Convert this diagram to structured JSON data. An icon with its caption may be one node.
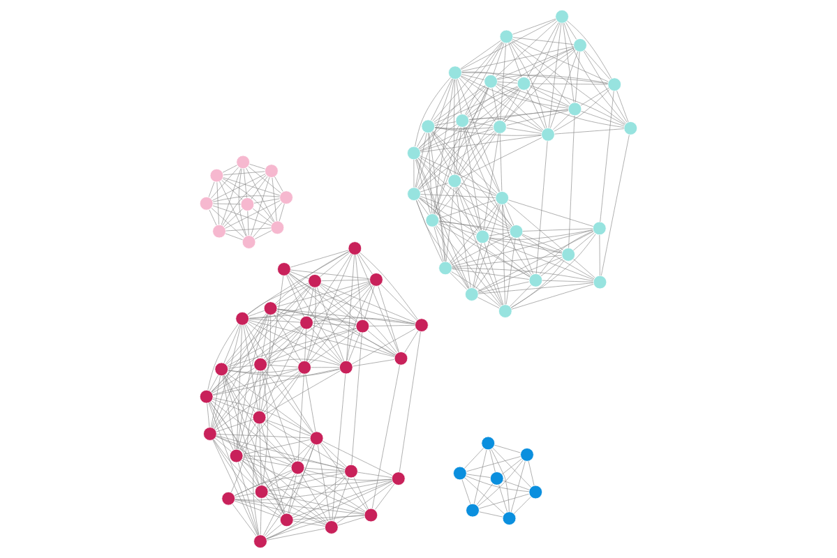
{
  "diagram": {
    "nodes": [
      {
        "text": [],
        "shape": "circle"
      },
      {
        "text": [],
        "shape": "circle"
      },
      {
        "text": [],
        "shape": "circle"
      },
      {
        "text": [],
        "shape": "circle"
      },
      {
        "text": [],
        "shape": "circle"
      },
      {
        "text": [],
        "shape": "circle"
      },
      {
        "text": [],
        "shape": "circle"
      },
      {
        "text": [],
        "shape": "circle"
      },
      {
        "text": [],
        "shape": "circle"
      },
      {
        "text": [],
        "shape": "circle"
      },
      {
        "text": [],
        "shape": "circle"
      },
      {
        "text": [],
        "shape": "circle"
      },
      {
        "text": [],
        "shape": "circle"
      },
      {
        "text": [],
        "shape": "circle"
      },
      {
        "text": [],
        "shape": "circle"
      },
      {
        "text": [],
        "shape": "circle"
      },
      {
        "text": [],
        "shape": "circle"
      },
      {
        "text": [],
        "shape": "circle"
      },
      {
        "text": [],
        "shape": "circle"
      },
      {
        "text": [],
        "shape": "circle"
      },
      {
        "text": [],
        "shape": "circle"
      },
      {
        "text": [],
        "shape": "circle"
      },
      {
        "text": [],
        "shape": "circle"
      },
      {
        "text": [],
        "shape": "circle"
      },
      {
        "text": [],
        "shape": "circle"
      },
      {
        "text": [],
        "shape": "circle"
      },
      {
        "text": [],
        "shape": "circle"
      },
      {
        "text": [],
        "shape": "circle"
      },
      {
        "text": [],
        "shape": "circle"
      },
      {
        "text": [],
        "shape": "circle"
      },
      {
        "text": [],
        "shape": "circle"
      },
      {
        "text": [],
        "shape": "circle"
      },
      {
        "text": [],
        "shape": "circle"
      },
      {
        "text": [],
        "shape": "circle"
      },
      {
        "text": [],
        "shape": "circle"
      },
      {
        "text": [],
        "shape": "circle"
      },
      {
        "text": [],
        "shape": "circle"
      },
      {
        "text": [],
        "shape": "circle"
      },
      {
        "text": [],
        "shape": "circle"
      },
      {
        "text": [],
        "shape": "circle"
      },
      {
        "text": [],
        "shape": "circle"
      },
      {
        "text": [],
        "shape": "circle"
      },
      {
        "text": [],
        "shape": "circle"
      },
      {
        "text": [],
        "shape": "circle"
      },
      {
        "text": [],
        "shape": "circle"
      },
      {
        "text": [],
        "shape": "circle"
      },
      {
        "text": [],
        "shape": "circle"
      },
      {
        "text": [],
        "shape": "circle"
      },
      {
        "text": [],
        "shape": "circle"
      },
      {
        "text": [],
        "shape": "circle"
      },
      {
        "text": [],
        "shape": "circle"
      },
      {
        "text": [],
        "shape": "circle"
      },
      {
        "text": [],
        "shape": "circle"
      },
      {
        "text": [],
        "shape": "circle"
      },
      {
        "text": [],
        "shape": "circle"
      },
      {
        "text": [],
        "shape": "circle"
      },
      {
        "text": [],
        "shape": "circle"
      },
      {
        "text": [],
        "shape": "circle"
      },
      {
        "text": [],
        "shape": "circle"
      },
      {
        "text": [],
        "shape": "circle"
      },
      {
        "text": [],
        "shape": "circle"
      },
      {
        "text": [],
        "shape": "circle"
      },
      {
        "text": [],
        "shape": "circle"
      },
      {
        "text": [],
        "shape": "circle"
      },
      {
        "text": [],
        "shape": "circle"
      },
      {
        "text": [],
        "shape": "circle"
      },
      {
        "text": [],
        "shape": "circle"
      },
      {
        "text": [],
        "shape": "circle"
      },
      {
        "text": [],
        "shape": "circle"
      },
      {
        "text": [],
        "shape": "circle"
      },
      {
        "text": [],
        "shape": "circle"
      }
    ],
    "edges": [
      {
        "from": 0,
        "to": 1,
        "arrow": "none"
      },
      {
        "from": 0,
        "to": 2,
        "arrow": "none"
      },
      {
        "from": 0,
        "to": 3,
        "arrow": "none"
      },
      {
        "from": 0,
        "to": 4,
        "arrow": "none"
      },
      {
        "from": 0,
        "to": 5,
        "arrow": "none"
      },
      {
        "from": 0,
        "to": 6,
        "arrow": "none"
      },
      {
        "from": 0,
        "to": 7,
        "arrow": "none"
      },
      {
        "from": 0,
        "to": 8,
        "arrow": "none"
      },
      {
        "from": 1,
        "to": 2,
        "arrow": "none"
      },
      {
        "from": 1,
        "to": 3,
        "arrow": "none"
      },
      {
        "from": 1,
        "to": 4,
        "arrow": "none"
      },
      {
        "from": 1,
        "to": 5,
        "arrow": "none"
      },
      {
        "from": 1,
        "to": 6,
        "arrow": "none"
      },
      {
        "from": 1,
        "to": 7,
        "arrow": "none"
      },
      {
        "from": 1,
        "to": 8,
        "arrow": "none"
      },
      {
        "from": 1,
        "to": 9,
        "arrow": "none"
      },
      {
        "from": 2,
        "to": 3,
        "arrow": "none"
      },
      {
        "from": 2,
        "to": 4,
        "arrow": "none"
      },
      {
        "from": 2,
        "to": 5,
        "arrow": "none"
      },
      {
        "from": 2,
        "to": 6,
        "arrow": "none"
      },
      {
        "from": 2,
        "to": 7,
        "arrow": "none"
      },
      {
        "from": 2,
        "to": 8,
        "arrow": "none"
      },
      {
        "from": 2,
        "to": 9,
        "arrow": "none"
      },
      {
        "from": 2,
        "to": 10,
        "arrow": "none"
      },
      {
        "from": 3,
        "to": 4,
        "arrow": "none"
      },
      {
        "from": 3,
        "to": 5,
        "arrow": "none"
      },
      {
        "from": 3,
        "to": 6,
        "arrow": "none"
      },
      {
        "from": 3,
        "to": 7,
        "arrow": "none"
      },
      {
        "from": 3,
        "to": 8,
        "arrow": "none"
      },
      {
        "from": 3,
        "to": 9,
        "arrow": "none"
      },
      {
        "from": 3,
        "to": 10,
        "arrow": "none"
      },
      {
        "from": 3,
        "to": 11,
        "arrow": "none"
      },
      {
        "from": 4,
        "to": 5,
        "arrow": "none"
      },
      {
        "from": 4,
        "to": 6,
        "arrow": "none"
      },
      {
        "from": 4,
        "to": 7,
        "arrow": "none"
      },
      {
        "from": 4,
        "to": 8,
        "arrow": "none"
      },
      {
        "from": 4,
        "to": 9,
        "arrow": "none"
      },
      {
        "from": 4,
        "to": 10,
        "arrow": "none"
      },
      {
        "from": 4,
        "to": 11,
        "arrow": "none"
      },
      {
        "from": 4,
        "to": 12,
        "arrow": "none"
      },
      {
        "from": 5,
        "to": 6,
        "arrow": "none"
      },
      {
        "from": 5,
        "to": 7,
        "arrow": "none"
      },
      {
        "from": 5,
        "to": 8,
        "arrow": "none"
      },
      {
        "from": 5,
        "to": 9,
        "arrow": "none"
      },
      {
        "from": 5,
        "to": 10,
        "arrow": "none"
      },
      {
        "from": 5,
        "to": 11,
        "arrow": "none"
      },
      {
        "from": 5,
        "to": 12,
        "arrow": "none"
      },
      {
        "from": 5,
        "to": 13,
        "arrow": "none"
      },
      {
        "from": 6,
        "to": 7,
        "arrow": "none"
      },
      {
        "from": 6,
        "to": 8,
        "arrow": "none"
      },
      {
        "from": 6,
        "to": 9,
        "arrow": "none"
      },
      {
        "from": 6,
        "to": 10,
        "arrow": "none"
      },
      {
        "from": 6,
        "to": 11,
        "arrow": "none"
      },
      {
        "from": 6,
        "to": 12,
        "arrow": "none"
      },
      {
        "from": 6,
        "to": 13,
        "arrow": "none"
      },
      {
        "from": 6,
        "to": 14,
        "arrow": "none"
      },
      {
        "from": 7,
        "to": 8,
        "arrow": "none"
      },
      {
        "from": 7,
        "to": 9,
        "arrow": "none"
      },
      {
        "from": 7,
        "to": 10,
        "arrow": "none"
      },
      {
        "from": 7,
        "to": 11,
        "arrow": "none"
      },
      {
        "from": 7,
        "to": 12,
        "arrow": "none"
      },
      {
        "from": 7,
        "to": 13,
        "arrow": "none"
      },
      {
        "from": 7,
        "to": 14,
        "arrow": "none"
      },
      {
        "from": 7,
        "to": 15,
        "arrow": "none"
      },
      {
        "from": 8,
        "to": 9,
        "arrow": "none"
      },
      {
        "from": 8,
        "to": 10,
        "arrow": "none"
      },
      {
        "from": 8,
        "to": 11,
        "arrow": "none"
      },
      {
        "from": 8,
        "to": 12,
        "arrow": "none"
      },
      {
        "from": 8,
        "to": 13,
        "arrow": "none"
      },
      {
        "from": 8,
        "to": 14,
        "arrow": "none"
      },
      {
        "from": 8,
        "to": 15,
        "arrow": "none"
      },
      {
        "from": 8,
        "to": 16,
        "arrow": "none"
      },
      {
        "from": 9,
        "to": 10,
        "arrow": "none"
      },
      {
        "from": 9,
        "to": 11,
        "arrow": "none"
      },
      {
        "from": 9,
        "to": 12,
        "arrow": "none"
      },
      {
        "from": 9,
        "to": 13,
        "arrow": "none"
      },
      {
        "from": 9,
        "to": 14,
        "arrow": "none"
      },
      {
        "from": 9,
        "to": 15,
        "arrow": "none"
      },
      {
        "from": 9,
        "to": 16,
        "arrow": "none"
      },
      {
        "from": 9,
        "to": 17,
        "arrow": "none"
      },
      {
        "from": 10,
        "to": 11,
        "arrow": "none"
      },
      {
        "from": 10,
        "to": 12,
        "arrow": "none"
      },
      {
        "from": 10,
        "to": 13,
        "arrow": "none"
      },
      {
        "from": 10,
        "to": 14,
        "arrow": "none"
      },
      {
        "from": 10,
        "to": 15,
        "arrow": "none"
      },
      {
        "from": 10,
        "to": 16,
        "arrow": "none"
      },
      {
        "from": 10,
        "to": 17,
        "arrow": "none"
      },
      {
        "from": 10,
        "to": 18,
        "arrow": "none"
      },
      {
        "from": 11,
        "to": 12,
        "arrow": "none"
      },
      {
        "from": 11,
        "to": 13,
        "arrow": "none"
      },
      {
        "from": 11,
        "to": 14,
        "arrow": "none"
      },
      {
        "from": 11,
        "to": 15,
        "arrow": "none"
      },
      {
        "from": 11,
        "to": 16,
        "arrow": "none"
      },
      {
        "from": 11,
        "to": 17,
        "arrow": "none"
      },
      {
        "from": 11,
        "to": 18,
        "arrow": "none"
      },
      {
        "from": 11,
        "to": 19,
        "arrow": "none"
      },
      {
        "from": 12,
        "to": 13,
        "arrow": "none"
      },
      {
        "from": 12,
        "to": 14,
        "arrow": "none"
      },
      {
        "from": 12,
        "to": 15,
        "arrow": "none"
      },
      {
        "from": 12,
        "to": 16,
        "arrow": "none"
      },
      {
        "from": 12,
        "to": 17,
        "arrow": "none"
      },
      {
        "from": 12,
        "to": 18,
        "arrow": "none"
      },
      {
        "from": 12,
        "to": 19,
        "arrow": "none"
      },
      {
        "from": 12,
        "to": 20,
        "arrow": "none"
      },
      {
        "from": 13,
        "to": 14,
        "arrow": "none"
      },
      {
        "from": 13,
        "to": 15,
        "arrow": "none"
      },
      {
        "from": 13,
        "to": 16,
        "arrow": "none"
      },
      {
        "from": 13,
        "to": 17,
        "arrow": "none"
      },
      {
        "from": 13,
        "to": 18,
        "arrow": "none"
      },
      {
        "from": 13,
        "to": 19,
        "arrow": "none"
      },
      {
        "from": 13,
        "to": 20,
        "arrow": "none"
      },
      {
        "from": 13,
        "to": 21,
        "arrow": "none"
      },
      {
        "from": 14,
        "to": 15,
        "arrow": "none"
      },
      {
        "from": 14,
        "to": 16,
        "arrow": "none"
      },
      {
        "from": 14,
        "to": 17,
        "arrow": "none"
      },
      {
        "from": 14,
        "to": 18,
        "arrow": "none"
      },
      {
        "from": 14,
        "to": 19,
        "arrow": "none"
      },
      {
        "from": 14,
        "to": 20,
        "arrow": "none"
      },
      {
        "from": 14,
        "to": 21,
        "arrow": "none"
      },
      {
        "from": 14,
        "to": 22,
        "arrow": "none"
      },
      {
        "from": 15,
        "to": 16,
        "arrow": "none"
      },
      {
        "from": 15,
        "to": 17,
        "arrow": "none"
      },
      {
        "from": 15,
        "to": 18,
        "arrow": "none"
      },
      {
        "from": 15,
        "to": 19,
        "arrow": "none"
      },
      {
        "from": 15,
        "to": 20,
        "arrow": "none"
      },
      {
        "from": 15,
        "to": 21,
        "arrow": "none"
      },
      {
        "from": 15,
        "to": 22,
        "arrow": "none"
      },
      {
        "from": 15,
        "to": 23,
        "arrow": "none"
      },
      {
        "from": 16,
        "to": 17,
        "arrow": "none"
      },
      {
        "from": 16,
        "to": 18,
        "arrow": "none"
      },
      {
        "from": 16,
        "to": 19,
        "arrow": "none"
      },
      {
        "from": 16,
        "to": 20,
        "arrow": "none"
      },
      {
        "from": 16,
        "to": 21,
        "arrow": "none"
      },
      {
        "from": 16,
        "to": 22,
        "arrow": "none"
      },
      {
        "from": 16,
        "to": 23,
        "arrow": "none"
      },
      {
        "from": 16,
        "to": 24,
        "arrow": "none"
      },
      {
        "from": 17,
        "to": 18,
        "arrow": "none"
      },
      {
        "from": 17,
        "to": 19,
        "arrow": "none"
      },
      {
        "from": 17,
        "to": 20,
        "arrow": "none"
      },
      {
        "from": 17,
        "to": 21,
        "arrow": "none"
      },
      {
        "from": 17,
        "to": 22,
        "arrow": "none"
      },
      {
        "from": 17,
        "to": 23,
        "arrow": "none"
      },
      {
        "from": 17,
        "to": 24,
        "arrow": "none"
      },
      {
        "from": 17,
        "to": 25,
        "arrow": "none"
      },
      {
        "from": 18,
        "to": 19,
        "arrow": "none"
      },
      {
        "from": 18,
        "to": 20,
        "arrow": "none"
      },
      {
        "from": 18,
        "to": 21,
        "arrow": "none"
      },
      {
        "from": 18,
        "to": 22,
        "arrow": "none"
      },
      {
        "from": 18,
        "to": 23,
        "arrow": "none"
      },
      {
        "from": 18,
        "to": 24,
        "arrow": "none"
      },
      {
        "from": 18,
        "to": 25,
        "arrow": "none"
      },
      {
        "from": 18,
        "to": 26,
        "arrow": "none"
      },
      {
        "from": 19,
        "to": 20,
        "arrow": "none"
      },
      {
        "from": 19,
        "to": 21,
        "arrow": "none"
      },
      {
        "from": 19,
        "to": 22,
        "arrow": "none"
      },
      {
        "from": 19,
        "to": 23,
        "arrow": "none"
      },
      {
        "from": 19,
        "to": 24,
        "arrow": "none"
      },
      {
        "from": 19,
        "to": 25,
        "arrow": "none"
      },
      {
        "from": 19,
        "to": 26,
        "arrow": "none"
      },
      {
        "from": 19,
        "to": 27,
        "arrow": "none"
      },
      {
        "from": 20,
        "to": 21,
        "arrow": "none"
      },
      {
        "from": 20,
        "to": 22,
        "arrow": "none"
      },
      {
        "from": 20,
        "to": 23,
        "arrow": "none"
      },
      {
        "from": 20,
        "to": 24,
        "arrow": "none"
      },
      {
        "from": 20,
        "to": 25,
        "arrow": "none"
      },
      {
        "from": 20,
        "to": 26,
        "arrow": "none"
      },
      {
        "from": 20,
        "to": 27,
        "arrow": "none"
      },
      {
        "from": 21,
        "to": 22,
        "arrow": "none"
      },
      {
        "from": 21,
        "to": 23,
        "arrow": "none"
      },
      {
        "from": 21,
        "to": 24,
        "arrow": "none"
      },
      {
        "from": 21,
        "to": 25,
        "arrow": "none"
      },
      {
        "from": 21,
        "to": 26,
        "arrow": "none"
      },
      {
        "from": 21,
        "to": 27,
        "arrow": "none"
      },
      {
        "from": 22,
        "to": 23,
        "arrow": "none"
      },
      {
        "from": 22,
        "to": 24,
        "arrow": "none"
      },
      {
        "from": 22,
        "to": 25,
        "arrow": "none"
      },
      {
        "from": 22,
        "to": 26,
        "arrow": "none"
      },
      {
        "from": 22,
        "to": 27,
        "arrow": "none"
      },
      {
        "from": 23,
        "to": 24,
        "arrow": "none"
      },
      {
        "from": 23,
        "to": 25,
        "arrow": "none"
      },
      {
        "from": 23,
        "to": 26,
        "arrow": "none"
      },
      {
        "from": 23,
        "to": 27,
        "arrow": "none"
      },
      {
        "from": 24,
        "to": 25,
        "arrow": "none"
      },
      {
        "from": 24,
        "to": 26,
        "arrow": "none"
      },
      {
        "from": 24,
        "to": 27,
        "arrow": "none"
      },
      {
        "from": 25,
        "to": 26,
        "arrow": "none"
      },
      {
        "from": 25,
        "to": 27,
        "arrow": "none"
      },
      {
        "from": 26,
        "to": 27,
        "arrow": "none"
      },
      {
        "from": 0,
        "to": 27,
        "arrow": "none"
      },
      {
        "from": 1,
        "to": 26,
        "arrow": "none"
      },
      {
        "from": 2,
        "to": 25,
        "arrow": "none"
      },
      {
        "from": 3,
        "to": 20,
        "arrow": "none"
      },
      {
        "from": 4,
        "to": 22,
        "arrow": "none"
      },
      {
        "from": 28,
        "to": 29,
        "arrow": "none"
      },
      {
        "from": 28,
        "to": 30,
        "arrow": "none"
      },
      {
        "from": 28,
        "to": 31,
        "arrow": "none"
      },
      {
        "from": 28,
        "to": 32,
        "arrow": "none"
      },
      {
        "from": 28,
        "to": 33,
        "arrow": "none"
      },
      {
        "from": 28,
        "to": 34,
        "arrow": "none"
      },
      {
        "from": 28,
        "to": 35,
        "arrow": "none"
      },
      {
        "from": 28,
        "to": 36,
        "arrow": "none"
      },
      {
        "from": 29,
        "to": 30,
        "arrow": "none"
      },
      {
        "from": 29,
        "to": 31,
        "arrow": "none"
      },
      {
        "from": 29,
        "to": 32,
        "arrow": "none"
      },
      {
        "from": 29,
        "to": 33,
        "arrow": "none"
      },
      {
        "from": 29,
        "to": 34,
        "arrow": "none"
      },
      {
        "from": 29,
        "to": 35,
        "arrow": "none"
      },
      {
        "from": 29,
        "to": 36,
        "arrow": "none"
      },
      {
        "from": 29,
        "to": 37,
        "arrow": "none"
      },
      {
        "from": 30,
        "to": 31,
        "arrow": "none"
      },
      {
        "from": 30,
        "to": 32,
        "arrow": "none"
      },
      {
        "from": 30,
        "to": 33,
        "arrow": "none"
      },
      {
        "from": 30,
        "to": 34,
        "arrow": "none"
      },
      {
        "from": 30,
        "to": 35,
        "arrow": "none"
      },
      {
        "from": 30,
        "to": 36,
        "arrow": "none"
      },
      {
        "from": 30,
        "to": 37,
        "arrow": "none"
      },
      {
        "from": 30,
        "to": 38,
        "arrow": "none"
      },
      {
        "from": 31,
        "to": 32,
        "arrow": "none"
      },
      {
        "from": 31,
        "to": 33,
        "arrow": "none"
      },
      {
        "from": 31,
        "to": 34,
        "arrow": "none"
      },
      {
        "from": 31,
        "to": 35,
        "arrow": "none"
      },
      {
        "from": 31,
        "to": 36,
        "arrow": "none"
      },
      {
        "from": 31,
        "to": 37,
        "arrow": "none"
      },
      {
        "from": 31,
        "to": 38,
        "arrow": "none"
      },
      {
        "from": 31,
        "to": 39,
        "arrow": "none"
      },
      {
        "from": 32,
        "to": 33,
        "arrow": "none"
      },
      {
        "from": 32,
        "to": 34,
        "arrow": "none"
      },
      {
        "from": 32,
        "to": 35,
        "arrow": "none"
      },
      {
        "from": 32,
        "to": 36,
        "arrow": "none"
      },
      {
        "from": 32,
        "to": 37,
        "arrow": "none"
      },
      {
        "from": 32,
        "to": 38,
        "arrow": "none"
      },
      {
        "from": 32,
        "to": 39,
        "arrow": "none"
      },
      {
        "from": 32,
        "to": 40,
        "arrow": "none"
      },
      {
        "from": 33,
        "to": 34,
        "arrow": "none"
      },
      {
        "from": 33,
        "to": 35,
        "arrow": "none"
      },
      {
        "from": 33,
        "to": 36,
        "arrow": "none"
      },
      {
        "from": 33,
        "to": 37,
        "arrow": "none"
      },
      {
        "from": 33,
        "to": 38,
        "arrow": "none"
      },
      {
        "from": 33,
        "to": 39,
        "arrow": "none"
      },
      {
        "from": 33,
        "to": 40,
        "arrow": "none"
      },
      {
        "from": 33,
        "to": 41,
        "arrow": "none"
      },
      {
        "from": 34,
        "to": 35,
        "arrow": "none"
      },
      {
        "from": 34,
        "to": 36,
        "arrow": "none"
      },
      {
        "from": 34,
        "to": 37,
        "arrow": "none"
      },
      {
        "from": 34,
        "to": 38,
        "arrow": "none"
      },
      {
        "from": 34,
        "to": 39,
        "arrow": "none"
      },
      {
        "from": 34,
        "to": 40,
        "arrow": "none"
      },
      {
        "from": 34,
        "to": 41,
        "arrow": "none"
      },
      {
        "from": 34,
        "to": 42,
        "arrow": "none"
      },
      {
        "from": 35,
        "to": 36,
        "arrow": "none"
      },
      {
        "from": 35,
        "to": 37,
        "arrow": "none"
      },
      {
        "from": 35,
        "to": 38,
        "arrow": "none"
      },
      {
        "from": 35,
        "to": 39,
        "arrow": "none"
      },
      {
        "from": 35,
        "to": 40,
        "arrow": "none"
      },
      {
        "from": 35,
        "to": 41,
        "arrow": "none"
      },
      {
        "from": 35,
        "to": 42,
        "arrow": "none"
      },
      {
        "from": 35,
        "to": 43,
        "arrow": "none"
      },
      {
        "from": 36,
        "to": 37,
        "arrow": "none"
      },
      {
        "from": 36,
        "to": 38,
        "arrow": "none"
      },
      {
        "from": 36,
        "to": 39,
        "arrow": "none"
      },
      {
        "from": 36,
        "to": 40,
        "arrow": "none"
      },
      {
        "from": 36,
        "to": 41,
        "arrow": "none"
      },
      {
        "from": 36,
        "to": 42,
        "arrow": "none"
      },
      {
        "from": 36,
        "to": 43,
        "arrow": "none"
      },
      {
        "from": 36,
        "to": 44,
        "arrow": "none"
      },
      {
        "from": 37,
        "to": 38,
        "arrow": "none"
      },
      {
        "from": 37,
        "to": 39,
        "arrow": "none"
      },
      {
        "from": 37,
        "to": 40,
        "arrow": "none"
      },
      {
        "from": 37,
        "to": 41,
        "arrow": "none"
      },
      {
        "from": 37,
        "to": 42,
        "arrow": "none"
      },
      {
        "from": 37,
        "to": 43,
        "arrow": "none"
      },
      {
        "from": 37,
        "to": 44,
        "arrow": "none"
      },
      {
        "from": 37,
        "to": 45,
        "arrow": "none"
      },
      {
        "from": 38,
        "to": 39,
        "arrow": "none"
      },
      {
        "from": 38,
        "to": 40,
        "arrow": "none"
      },
      {
        "from": 38,
        "to": 41,
        "arrow": "none"
      },
      {
        "from": 38,
        "to": 42,
        "arrow": "none"
      },
      {
        "from": 38,
        "to": 43,
        "arrow": "none"
      },
      {
        "from": 38,
        "to": 44,
        "arrow": "none"
      },
      {
        "from": 38,
        "to": 45,
        "arrow": "none"
      },
      {
        "from": 38,
        "to": 46,
        "arrow": "none"
      },
      {
        "from": 39,
        "to": 40,
        "arrow": "none"
      },
      {
        "from": 39,
        "to": 41,
        "arrow": "none"
      },
      {
        "from": 39,
        "to": 42,
        "arrow": "none"
      },
      {
        "from": 39,
        "to": 43,
        "arrow": "none"
      },
      {
        "from": 39,
        "to": 44,
        "arrow": "none"
      },
      {
        "from": 39,
        "to": 45,
        "arrow": "none"
      },
      {
        "from": 39,
        "to": 46,
        "arrow": "none"
      },
      {
        "from": 39,
        "to": 47,
        "arrow": "none"
      },
      {
        "from": 40,
        "to": 41,
        "arrow": "none"
      },
      {
        "from": 40,
        "to": 42,
        "arrow": "none"
      },
      {
        "from": 40,
        "to": 43,
        "arrow": "none"
      },
      {
        "from": 40,
        "to": 44,
        "arrow": "none"
      },
      {
        "from": 40,
        "to": 45,
        "arrow": "none"
      },
      {
        "from": 40,
        "to": 46,
        "arrow": "none"
      },
      {
        "from": 40,
        "to": 47,
        "arrow": "none"
      },
      {
        "from": 40,
        "to": 48,
        "arrow": "none"
      },
      {
        "from": 41,
        "to": 42,
        "arrow": "none"
      },
      {
        "from": 41,
        "to": 43,
        "arrow": "none"
      },
      {
        "from": 41,
        "to": 44,
        "arrow": "none"
      },
      {
        "from": 41,
        "to": 45,
        "arrow": "none"
      },
      {
        "from": 41,
        "to": 46,
        "arrow": "none"
      },
      {
        "from": 41,
        "to": 47,
        "arrow": "none"
      },
      {
        "from": 41,
        "to": 48,
        "arrow": "none"
      },
      {
        "from": 41,
        "to": 49,
        "arrow": "none"
      },
      {
        "from": 42,
        "to": 43,
        "arrow": "none"
      },
      {
        "from": 42,
        "to": 44,
        "arrow": "none"
      },
      {
        "from": 42,
        "to": 45,
        "arrow": "none"
      },
      {
        "from": 42,
        "to": 46,
        "arrow": "none"
      },
      {
        "from": 42,
        "to": 47,
        "arrow": "none"
      },
      {
        "from": 42,
        "to": 48,
        "arrow": "none"
      },
      {
        "from": 42,
        "to": 49,
        "arrow": "none"
      },
      {
        "from": 42,
        "to": 50,
        "arrow": "none"
      },
      {
        "from": 43,
        "to": 44,
        "arrow": "none"
      },
      {
        "from": 43,
        "to": 45,
        "arrow": "none"
      },
      {
        "from": 43,
        "to": 46,
        "arrow": "none"
      },
      {
        "from": 43,
        "to": 47,
        "arrow": "none"
      },
      {
        "from": 43,
        "to": 48,
        "arrow": "none"
      },
      {
        "from": 43,
        "to": 49,
        "arrow": "none"
      },
      {
        "from": 43,
        "to": 50,
        "arrow": "none"
      },
      {
        "from": 43,
        "to": 51,
        "arrow": "none"
      },
      {
        "from": 44,
        "to": 45,
        "arrow": "none"
      },
      {
        "from": 44,
        "to": 46,
        "arrow": "none"
      },
      {
        "from": 44,
        "to": 47,
        "arrow": "none"
      },
      {
        "from": 44,
        "to": 48,
        "arrow": "none"
      },
      {
        "from": 44,
        "to": 49,
        "arrow": "none"
      },
      {
        "from": 44,
        "to": 50,
        "arrow": "none"
      },
      {
        "from": 44,
        "to": 51,
        "arrow": "none"
      },
      {
        "from": 44,
        "to": 52,
        "arrow": "none"
      },
      {
        "from": 45,
        "to": 46,
        "arrow": "none"
      },
      {
        "from": 45,
        "to": 47,
        "arrow": "none"
      },
      {
        "from": 45,
        "to": 48,
        "arrow": "none"
      },
      {
        "from": 45,
        "to": 49,
        "arrow": "none"
      },
      {
        "from": 45,
        "to": 50,
        "arrow": "none"
      },
      {
        "from": 45,
        "to": 51,
        "arrow": "none"
      },
      {
        "from": 45,
        "to": 52,
        "arrow": "none"
      },
      {
        "from": 45,
        "to": 53,
        "arrow": "none"
      },
      {
        "from": 46,
        "to": 47,
        "arrow": "none"
      },
      {
        "from": 46,
        "to": 48,
        "arrow": "none"
      },
      {
        "from": 46,
        "to": 49,
        "arrow": "none"
      },
      {
        "from": 46,
        "to": 50,
        "arrow": "none"
      },
      {
        "from": 46,
        "to": 51,
        "arrow": "none"
      },
      {
        "from": 46,
        "to": 52,
        "arrow": "none"
      },
      {
        "from": 46,
        "to": 53,
        "arrow": "none"
      },
      {
        "from": 46,
        "to": 54,
        "arrow": "none"
      },
      {
        "from": 47,
        "to": 48,
        "arrow": "none"
      },
      {
        "from": 47,
        "to": 49,
        "arrow": "none"
      },
      {
        "from": 47,
        "to": 50,
        "arrow": "none"
      },
      {
        "from": 47,
        "to": 51,
        "arrow": "none"
      },
      {
        "from": 47,
        "to": 52,
        "arrow": "none"
      },
      {
        "from": 47,
        "to": 53,
        "arrow": "none"
      },
      {
        "from": 47,
        "to": 54,
        "arrow": "none"
      },
      {
        "from": 48,
        "to": 49,
        "arrow": "none"
      },
      {
        "from": 48,
        "to": 50,
        "arrow": "none"
      },
      {
        "from": 48,
        "to": 51,
        "arrow": "none"
      },
      {
        "from": 48,
        "to": 52,
        "arrow": "none"
      },
      {
        "from": 48,
        "to": 53,
        "arrow": "none"
      },
      {
        "from": 48,
        "to": 54,
        "arrow": "none"
      },
      {
        "from": 49,
        "to": 50,
        "arrow": "none"
      },
      {
        "from": 49,
        "to": 51,
        "arrow": "none"
      },
      {
        "from": 49,
        "to": 52,
        "arrow": "none"
      },
      {
        "from": 49,
        "to": 53,
        "arrow": "none"
      },
      {
        "from": 49,
        "to": 54,
        "arrow": "none"
      },
      {
        "from": 50,
        "to": 51,
        "arrow": "none"
      },
      {
        "from": 50,
        "to": 52,
        "arrow": "none"
      },
      {
        "from": 50,
        "to": 53,
        "arrow": "none"
      },
      {
        "from": 50,
        "to": 54,
        "arrow": "none"
      },
      {
        "from": 51,
        "to": 52,
        "arrow": "none"
      },
      {
        "from": 51,
        "to": 53,
        "arrow": "none"
      },
      {
        "from": 51,
        "to": 54,
        "arrow": "none"
      },
      {
        "from": 52,
        "to": 53,
        "arrow": "none"
      },
      {
        "from": 52,
        "to": 54,
        "arrow": "none"
      },
      {
        "from": 53,
        "to": 54,
        "arrow": "none"
      },
      {
        "from": 28,
        "to": 54,
        "arrow": "none"
      },
      {
        "from": 29,
        "to": 53,
        "arrow": "none"
      },
      {
        "from": 30,
        "to": 50,
        "arrow": "none"
      },
      {
        "from": 31,
        "to": 48,
        "arrow": "none"
      },
      {
        "from": 55,
        "to": 56,
        "arrow": "none"
      },
      {
        "from": 55,
        "to": 57,
        "arrow": "none"
      },
      {
        "from": 55,
        "to": 58,
        "arrow": "none"
      },
      {
        "from": 55,
        "to": 59,
        "arrow": "none"
      },
      {
        "from": 55,
        "to": 60,
        "arrow": "none"
      },
      {
        "from": 55,
        "to": 61,
        "arrow": "none"
      },
      {
        "from": 56,
        "to": 57,
        "arrow": "none"
      },
      {
        "from": 56,
        "to": 58,
        "arrow": "none"
      },
      {
        "from": 56,
        "to": 59,
        "arrow": "none"
      },
      {
        "from": 56,
        "to": 60,
        "arrow": "none"
      },
      {
        "from": 56,
        "to": 61,
        "arrow": "none"
      },
      {
        "from": 57,
        "to": 58,
        "arrow": "none"
      },
      {
        "from": 57,
        "to": 59,
        "arrow": "none"
      },
      {
        "from": 57,
        "to": 60,
        "arrow": "none"
      },
      {
        "from": 57,
        "to": 61,
        "arrow": "none"
      },
      {
        "from": 58,
        "to": 59,
        "arrow": "none"
      },
      {
        "from": 58,
        "to": 60,
        "arrow": "none"
      },
      {
        "from": 58,
        "to": 61,
        "arrow": "none"
      },
      {
        "from": 59,
        "to": 60,
        "arrow": "none"
      },
      {
        "from": 59,
        "to": 61,
        "arrow": "none"
      },
      {
        "from": 60,
        "to": 61,
        "arrow": "none"
      },
      {
        "from": 62,
        "to": 63,
        "arrow": "none"
      },
      {
        "from": 62,
        "to": 64,
        "arrow": "none"
      },
      {
        "from": 62,
        "to": 65,
        "arrow": "none"
      },
      {
        "from": 62,
        "to": 66,
        "arrow": "none"
      },
      {
        "from": 62,
        "to": 67,
        "arrow": "none"
      },
      {
        "from": 62,
        "to": 68,
        "arrow": "none"
      },
      {
        "from": 62,
        "to": 69,
        "arrow": "none"
      },
      {
        "from": 62,
        "to": 70,
        "arrow": "none"
      },
      {
        "from": 63,
        "to": 64,
        "arrow": "none"
      },
      {
        "from": 63,
        "to": 65,
        "arrow": "none"
      },
      {
        "from": 63,
        "to": 66,
        "arrow": "none"
      },
      {
        "from": 63,
        "to": 67,
        "arrow": "none"
      },
      {
        "from": 63,
        "to": 68,
        "arrow": "none"
      },
      {
        "from": 63,
        "to": 69,
        "arrow": "none"
      },
      {
        "from": 63,
        "to": 70,
        "arrow": "none"
      },
      {
        "from": 64,
        "to": 65,
        "arrow": "none"
      },
      {
        "from": 64,
        "to": 66,
        "arrow": "none"
      },
      {
        "from": 64,
        "to": 67,
        "arrow": "none"
      },
      {
        "from": 64,
        "to": 68,
        "arrow": "none"
      },
      {
        "from": 64,
        "to": 69,
        "arrow": "none"
      },
      {
        "from": 64,
        "to": 70,
        "arrow": "none"
      },
      {
        "from": 65,
        "to": 66,
        "arrow": "none"
      },
      {
        "from": 65,
        "to": 67,
        "arrow": "none"
      },
      {
        "from": 65,
        "to": 68,
        "arrow": "none"
      },
      {
        "from": 65,
        "to": 69,
        "arrow": "none"
      },
      {
        "from": 65,
        "to": 70,
        "arrow": "none"
      },
      {
        "from": 66,
        "to": 67,
        "arrow": "none"
      },
      {
        "from": 66,
        "to": 68,
        "arrow": "none"
      },
      {
        "from": 66,
        "to": 69,
        "arrow": "none"
      },
      {
        "from": 66,
        "to": 70,
        "arrow": "none"
      },
      {
        "from": 67,
        "to": 68,
        "arrow": "none"
      },
      {
        "from": 67,
        "to": 69,
        "arrow": "none"
      },
      {
        "from": 67,
        "to": 70,
        "arrow": "none"
      },
      {
        "from": 68,
        "to": 69,
        "arrow": "none"
      },
      {
        "from": 68,
        "to": 70,
        "arrow": "none"
      },
      {
        "from": 69,
        "to": 70,
        "arrow": "none"
      }
    ]
  }
}
